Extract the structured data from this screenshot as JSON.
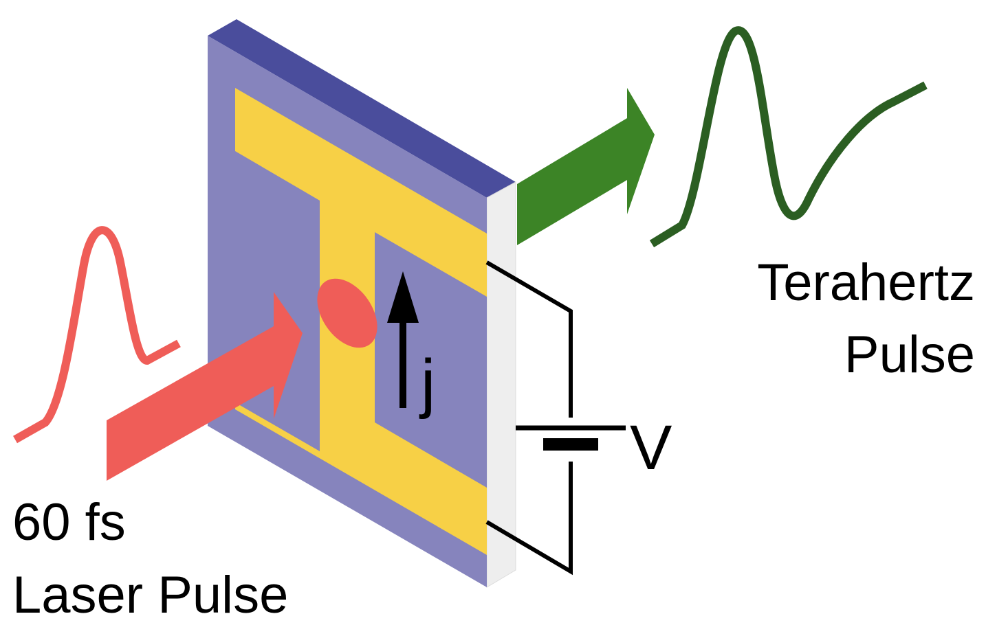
{
  "labels": {
    "laser_line1": "60 fs",
    "laser_line2": "Laser Pulse",
    "thz_line1": "Terahertz",
    "thz_line2": "Pulse",
    "current": "j",
    "voltage": "V"
  },
  "colors": {
    "substrate_face": "#8684bd",
    "substrate_top": "#4a4d9c",
    "substrate_side": "#eeeeee",
    "electrode": "#f7d046",
    "laser": "#ef5d58",
    "thz_arrow": "#3c8426",
    "thz_wave": "#2b5e22",
    "wire": "#000000"
  }
}
